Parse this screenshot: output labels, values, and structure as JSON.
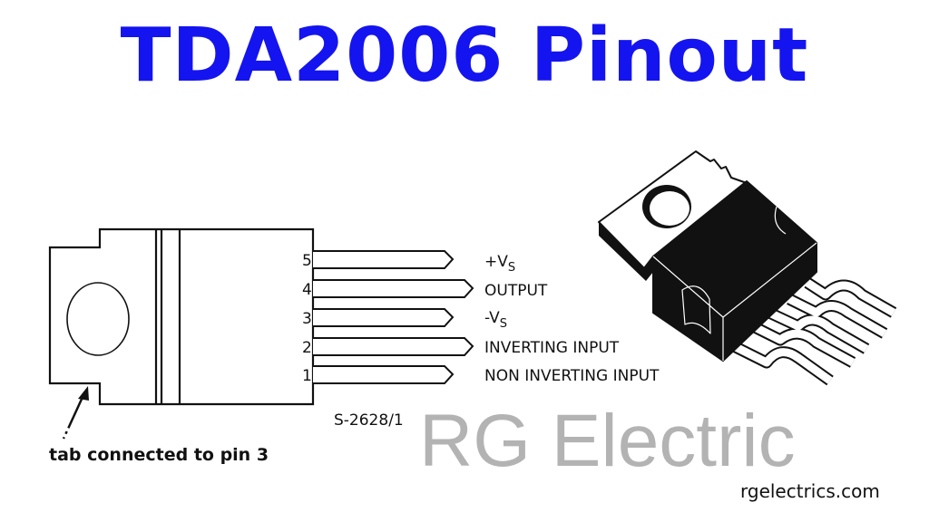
{
  "title": "TDA2006 Pinout",
  "watermark": "RG Electric",
  "pins": [
    {
      "number": "5",
      "label": "+V",
      "sub": "S"
    },
    {
      "number": "4",
      "label": "OUTPUT",
      "sub": ""
    },
    {
      "number": "3",
      "label": "-V",
      "sub": "S"
    },
    {
      "number": "2",
      "label": "INVERTING INPUT",
      "sub": ""
    },
    {
      "number": "1",
      "label": "NON INVERTING INPUT",
      "sub": ""
    }
  ],
  "figure_code": "S-2628/1",
  "tab_note": "tab connected to pin 3",
  "website": "rgelectrics.com",
  "colors": {
    "title": "#1414f0"
  }
}
